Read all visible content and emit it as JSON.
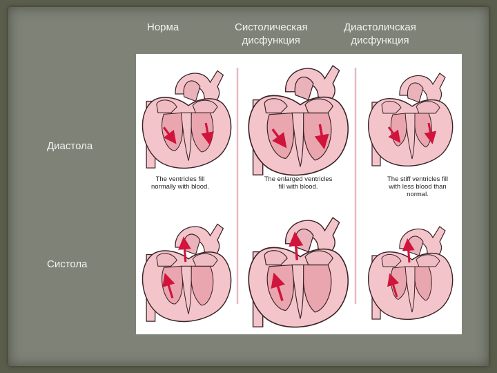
{
  "headers": {
    "normal": "Норма",
    "systolic": "Систолическая\nдисфункция",
    "diastolic": "Диастоличская\nдисфункция"
  },
  "row_labels": {
    "diastole": "Диастола",
    "systole": "Систола"
  },
  "captions": {
    "normal": "The ventricles fill\nnormally with blood.",
    "systolic": "The enlarged ventricles\nfill with blood.",
    "diastolic": "The stiff ventricles fill\nwith less blood than\nnormal."
  },
  "colors": {
    "background": "#7e8277",
    "tissue": "#f3c5cb",
    "chamber": "#e9a6af",
    "outline": "#3a2326",
    "arrow": "#d0143c",
    "divider": "#e8b9c1"
  }
}
